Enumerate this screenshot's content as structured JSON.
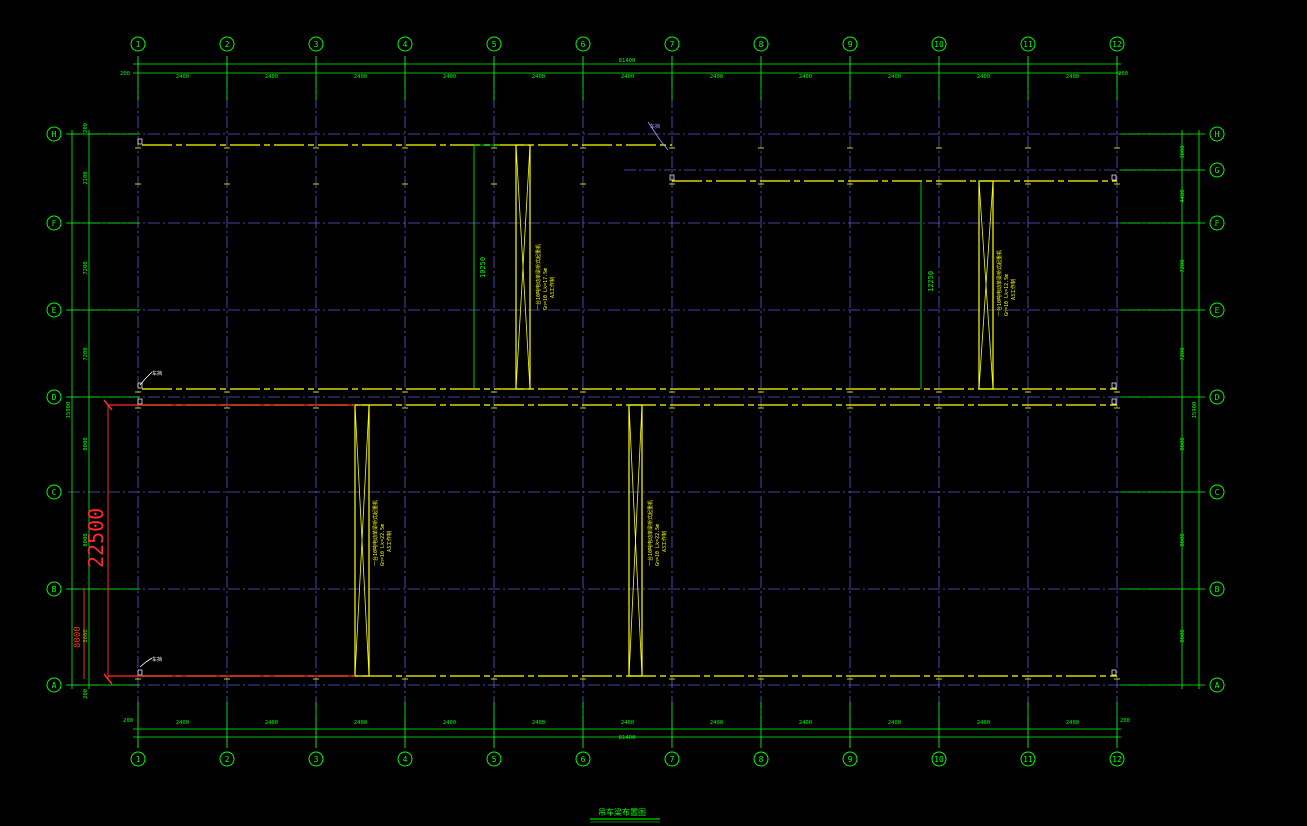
{
  "colors": {
    "background": "#000000",
    "grid_line": "#5a5ad8",
    "dimension": "#00ff00",
    "bubble": "#00ff00",
    "beam": "#ffff00",
    "highlight": "#ff2a2a",
    "label_text": "#ffff00"
  },
  "columns": [
    "1",
    "2",
    "3",
    "4",
    "5",
    "6",
    "7",
    "8",
    "9",
    "10",
    "11",
    "12"
  ],
  "rows": [
    "H",
    "G",
    "F",
    "E",
    "D",
    "C",
    "B",
    "A"
  ],
  "dimensions": {
    "top_total": "81400",
    "top_segments": [
      "2400",
      "2400",
      "2400",
      "2400",
      "2400",
      "2400",
      "2400",
      "2400",
      "2400",
      "2400",
      "2400"
    ],
    "top_end_left": "200",
    "top_end_right": "200",
    "bottom_total": "81400",
    "bottom_segments": [
      "2400",
      "2400",
      "2400",
      "2400",
      "2400",
      "2400",
      "2400",
      "2400",
      "2400",
      "2400",
      "2400"
    ],
    "bottom_end_left": "200",
    "bottom_end_right": "200",
    "left_total": "15900",
    "left_segments": [
      "2100",
      "7200",
      "7200",
      "8000",
      "8000",
      "8000"
    ],
    "left_end_top": "200",
    "left_end_bottom": "200",
    "right_total": "15900",
    "right_segments": [
      "3000",
      "4400",
      "7200",
      "7200",
      "8000",
      "8000",
      "8000"
    ],
    "red_span": "22500",
    "red_small": "8000"
  },
  "beam_labels": {
    "span_upper_left": "10250",
    "span_upper_right": "12250",
    "crane_1": [
      "一台10吨电动单梁桥式起重机",
      "Gn=10 Lk=17.5m",
      "A3工作制"
    ],
    "crane_2": [
      "一台10吨电动单梁桥式起重机",
      "Gn=10 Lk=12.5m",
      "A3工作制"
    ],
    "crane_3": [
      "一台10吨电动单梁桥式起重机",
      "Gn=10 Lk=22.5m",
      "A3工作制"
    ],
    "crane_4": [
      "一台10吨电动单梁桥式起重机",
      "Gn=10 Lk=22.5m",
      "A3工作制"
    ],
    "stop_labels": [
      "车挡",
      "车挡",
      "车挡"
    ]
  },
  "title": "吊车梁布置图"
}
